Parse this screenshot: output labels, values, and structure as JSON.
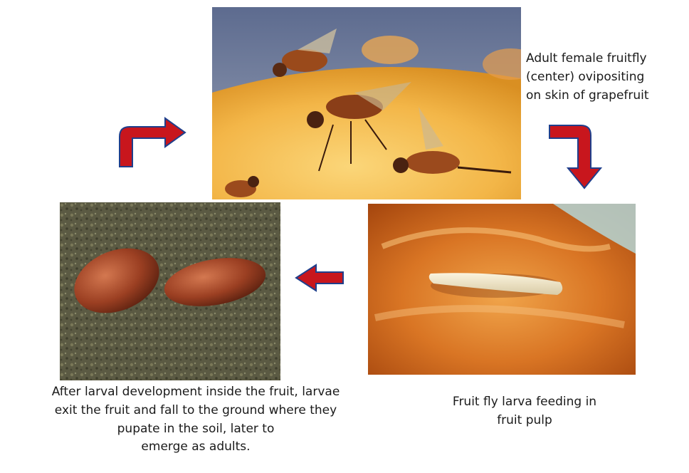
{
  "captions": {
    "adult": [
      "Adult female fruitfly",
      "(center) ovipositing",
      "on skin of grapefruit"
    ],
    "larva": [
      "Fruit fly larva feeding in",
      "fruit pulp"
    ],
    "pupa": [
      "After larval development inside the fruit, larvae",
      "exit the fruit and fall to the ground where they",
      "pupate in the soil, later to",
      "emerge as adults."
    ]
  },
  "colors": {
    "arrow_fill": "#c8161d",
    "arrow_stroke": "#1f3f8c"
  },
  "icons": {
    "arrow_up_right": "arrow-up-right-icon",
    "arrow_right_down": "arrow-right-down-icon",
    "arrow_left": "arrow-left-icon"
  }
}
